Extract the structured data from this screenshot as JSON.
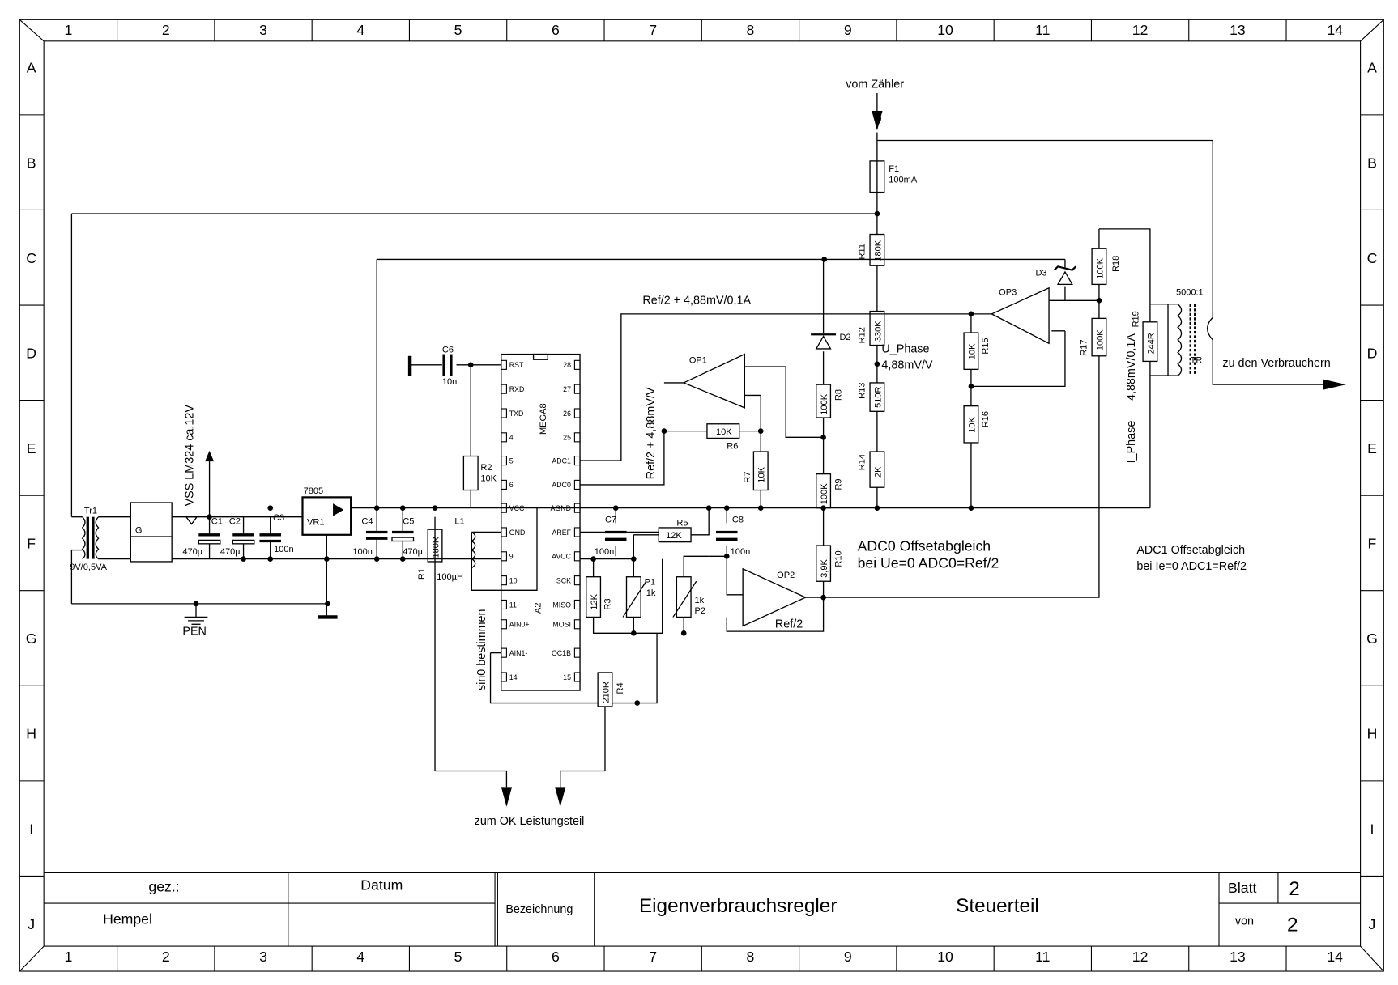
{
  "frame": {
    "columns": [
      "1",
      "2",
      "3",
      "4",
      "5",
      "6",
      "7",
      "8",
      "9",
      "10",
      "11",
      "12",
      "13",
      "14"
    ],
    "rows": [
      "A",
      "B",
      "C",
      "D",
      "E",
      "F",
      "G",
      "H",
      "I",
      "J"
    ]
  },
  "title_block": {
    "drawn_label": "gez.:",
    "drawn_by": "Hempel",
    "date_label": "Datum",
    "designation_label": "Bezeichnung",
    "title": "Eigenverbrauchsregler",
    "subtitle": "Steuerteil",
    "sheet_label": "Blatt",
    "sheet_number": "2",
    "of_label": "von",
    "sheet_total": "2"
  },
  "notes": {
    "from_meter": "vom Zähler",
    "to_consumers": "zu den Verbrauchern",
    "to_power_part": "zum OK Leistungsteil",
    "ref_current": "Ref/2 + 4,88mV/0,1A",
    "ref_voltage": "Ref/2 + 4,88mV/V",
    "u_phase": "U_Phase",
    "u_phase_scale": "4,88mV/V",
    "i_phase": "I_Phase",
    "i_phase_scale": "4,88mV/0,1A",
    "adc0_title": "ADC0 Offsetabgleich",
    "adc0_desc": "bei Ue=0 ADC0=Ref/2",
    "adc1_title": "ADC1 Offsetabgleich",
    "adc1_desc": "bei Ie=0 ADC1=Ref/2",
    "vss": "VSS LM324 ca.12V",
    "sin0": "sin0 bestimmen",
    "pen": "PEN",
    "ref_half": "Ref/2"
  },
  "components": {
    "tr1": "Tr1",
    "tr1_val": "9V/0,5VA",
    "g": "G",
    "c1": "C1",
    "c1_val": "470µ",
    "c2": "C2",
    "c2_val": "470µ",
    "c3": "C3",
    "c3_val": "100n",
    "u7805": "7805",
    "vr1": "VR1",
    "c4": "C4",
    "c4_val": "100n",
    "c5": "C5",
    "c5_val": "470µ",
    "r1": "R1",
    "r1_val": "180R",
    "l1": "L1",
    "l1_val": "100µH",
    "c6": "C6",
    "c6_val": "10n",
    "r2": "R2",
    "r2_val": "10K",
    "a2": "A2",
    "mega8": "MEGA8",
    "op1": "OP1",
    "op2": "OP2",
    "op3": "OP3",
    "r3": "R3",
    "r3_val": "12K",
    "r4": "R4",
    "r4_val": "210R",
    "r5": "R5",
    "r5_val": "12K",
    "r6": "R6",
    "r6_val": "10K",
    "r7": "R7",
    "r7_val": "10K",
    "c7": "C7",
    "c7_val": "100n",
    "c8": "C8",
    "c8_val": "100n",
    "p1": "P1",
    "p1_val": "1k",
    "p2": "P2",
    "p2_val": "1k",
    "r8": "R8",
    "r8_val": "100K",
    "r9": "R9",
    "r9_val": "100K",
    "r10": "R10",
    "r10_val": "3,9K",
    "d2": "D2",
    "d3": "D3",
    "f1": "F1",
    "f1_val": "100mA",
    "r11": "R11",
    "r11_val": "180K",
    "r12": "R12",
    "r12_val": "330K",
    "r13": "R13",
    "r13_val": "510R",
    "r14": "R14",
    "r14_val": "2K",
    "r15": "R15",
    "r15_val": "10K",
    "r16": "R16",
    "r16_val": "10K",
    "r17": "R17",
    "r17_val": "100K",
    "r18": "R18",
    "r18_val": "100K",
    "r19": "R19",
    "r19_val": "244R",
    "tr": "TR",
    "tr_ratio": "5000:1"
  },
  "mcu_pins_left": [
    "RST",
    "RXD",
    "TXD",
    "4",
    "5",
    "6",
    "VCC",
    "GND",
    "9",
    "10",
    "11",
    "AIN0+",
    "AIN1-",
    "14"
  ],
  "mcu_pins_right": [
    "28",
    "27",
    "26",
    "25",
    "ADC1",
    "ADC0",
    "AGND",
    "AREF",
    "AVCC",
    "SCK",
    "MISO",
    "MOSI",
    "OC1B",
    "15"
  ]
}
